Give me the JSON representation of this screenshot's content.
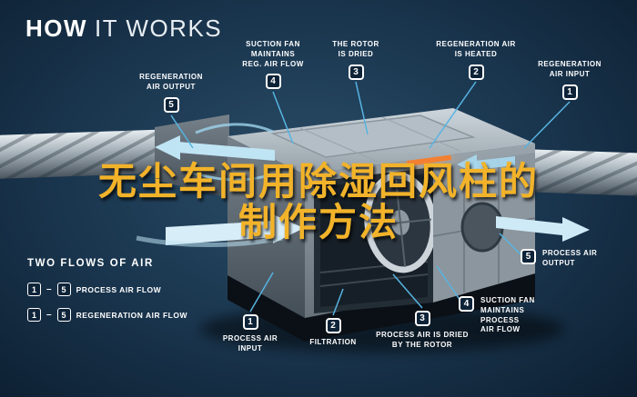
{
  "title": {
    "bold": "HOW",
    "light": "IT WORKS"
  },
  "overlay_title": {
    "line1": "无尘车间用除湿回风柱的",
    "line2": "制作方法",
    "color": "#f2b32a"
  },
  "steps": {
    "regeneration": [
      {
        "num": "1",
        "text": "REGENERATION\nAIR INPUT"
      },
      {
        "num": "2",
        "text": "REGENERATION AIR\nIS HEATED"
      },
      {
        "num": "3",
        "text": "THE ROTOR\nIS DRIED"
      },
      {
        "num": "4",
        "text": "SUCTION FAN\nMAINTAINS\nREG. AIR FLOW"
      },
      {
        "num": "5",
        "text": "REGENERATION\nAIR OUTPUT"
      }
    ],
    "process": [
      {
        "num": "1",
        "text": "PROCESS AIR\nINPUT"
      },
      {
        "num": "2",
        "text": "FILTRATION"
      },
      {
        "num": "3",
        "text": "PROCESS AIR IS DRIED\nBY THE ROTOR"
      },
      {
        "num": "4",
        "text": "SUCTION FAN\nMAINTAINS PROCESS\nAIR FLOW"
      },
      {
        "num": "5",
        "text": "PROCESS AIR\nOUTPUT"
      }
    ]
  },
  "legend": {
    "heading": "TWO FLOWS OF AIR",
    "dash": "–",
    "rows": [
      {
        "from": "1",
        "to": "5",
        "label": "PROCESS AIR FLOW"
      },
      {
        "from": "1",
        "to": "5",
        "label": "REGENERATION AIR FLOW"
      }
    ]
  },
  "colors": {
    "background": "#0d2134",
    "leader_cyan": "#56b4e2",
    "arrow_blue": "#bfe4f4",
    "gold": "#f2b32a",
    "badge_bg": "#0e2338",
    "heater_orange": "#f38032"
  }
}
